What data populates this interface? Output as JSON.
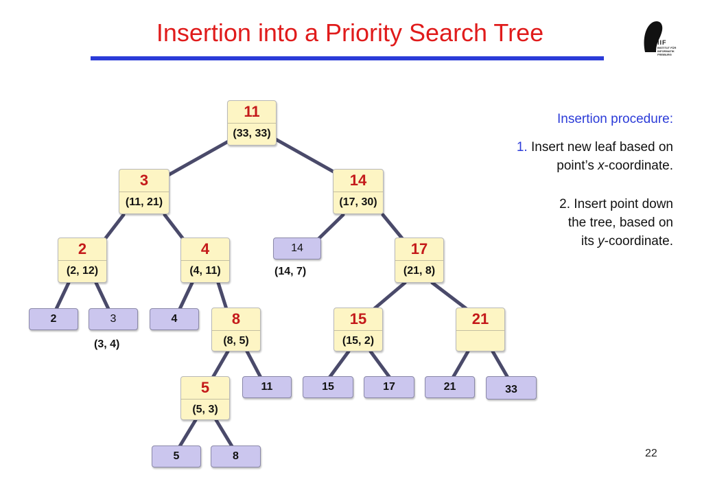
{
  "title": "Insertion into a Priority Search Tree",
  "logo": {
    "big": "IIF",
    "lines": [
      "INSTITUT FÜR",
      "INFORMATIK",
      "FREIBURG"
    ]
  },
  "sidebar": {
    "heading": "Insertion procedure:",
    "step1": {
      "num": "1.",
      "line1": "Insert new leaf based on",
      "line2_pre": "point’s ",
      "line2_var": "x",
      "line2_post": "-coordinate."
    },
    "step2": {
      "line1": "2. Insert point down",
      "line2": "the tree, based on",
      "line3_pre": "its ",
      "line3_var": "y",
      "line3_post": "-coordinate."
    }
  },
  "tree": {
    "internal": [
      {
        "id": "n11",
        "key": "11",
        "point": "(33, 33)"
      },
      {
        "id": "n3",
        "key": "3",
        "point": "(11, 21)"
      },
      {
        "id": "n14",
        "key": "14",
        "point": "(17, 30)"
      },
      {
        "id": "n2",
        "key": "2",
        "point": "(2, 12)"
      },
      {
        "id": "n4",
        "key": "4",
        "point": "(4, 11)"
      },
      {
        "id": "n17",
        "key": "17",
        "point": "(21, 8)"
      },
      {
        "id": "n8",
        "key": "8",
        "point": "(8, 5)"
      },
      {
        "id": "n15",
        "key": "15",
        "point": "(15, 2)"
      },
      {
        "id": "n21",
        "key": "21",
        "point": ""
      },
      {
        "id": "n5",
        "key": "5",
        "point": "(5, 3)"
      }
    ],
    "leaves": [
      {
        "id": "l14",
        "key": "14"
      },
      {
        "id": "l2",
        "key": "2"
      },
      {
        "id": "l3",
        "key": "3"
      },
      {
        "id": "l4",
        "key": "4"
      },
      {
        "id": "l11",
        "key": "11"
      },
      {
        "id": "l15",
        "key": "15"
      },
      {
        "id": "l17",
        "key": "17"
      },
      {
        "id": "l21",
        "key": "21"
      },
      {
        "id": "l33",
        "key": "33"
      },
      {
        "id": "l5",
        "key": "5"
      },
      {
        "id": "l8",
        "key": "8"
      }
    ],
    "loose_points": [
      {
        "id": "p14",
        "text": "(14, 7)"
      },
      {
        "id": "p3",
        "text": "(3, 4)"
      }
    ]
  },
  "page_number": "22",
  "colors": {
    "title": "#e01b1b",
    "rule": "#2b3bd8",
    "edge": "#4a4a6a",
    "internal_fill": "#fdf5c4",
    "leaf_fill": "#cbc6ee",
    "key": "#c41a1a"
  }
}
